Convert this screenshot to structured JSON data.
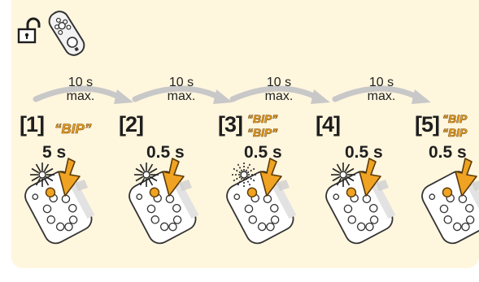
{
  "steps": [
    {
      "label": "[1]",
      "duration": "5 s",
      "signals": [
        "“BIP”"
      ]
    },
    {
      "label": "[2]",
      "duration": "0.5 s",
      "signals": []
    },
    {
      "label": "[3]",
      "duration": "0.5 s",
      "signals": [
        "“BIP”",
        "“BIP”"
      ]
    },
    {
      "label": "[4]",
      "duration": "0.5 s",
      "signals": []
    },
    {
      "label": "[5]",
      "duration": "0.5 s",
      "signals": [
        "“BIP",
        "“BIP"
      ]
    }
  ],
  "intervals": [
    {
      "line1": "10 s",
      "line2": "max."
    },
    {
      "line1": "10 s",
      "line2": "max."
    },
    {
      "line1": "10 s",
      "line2": "max."
    },
    {
      "line1": "10 s",
      "line2": "max."
    }
  ],
  "icons": {
    "mode": "unlock-icon",
    "device": "remote-control-icon",
    "press": "press-arrow-icon",
    "flash": "flash-icon"
  },
  "colors": {
    "panel": "#fff6de",
    "accent": "#f0a322",
    "arrow": "#c8c8c8"
  }
}
